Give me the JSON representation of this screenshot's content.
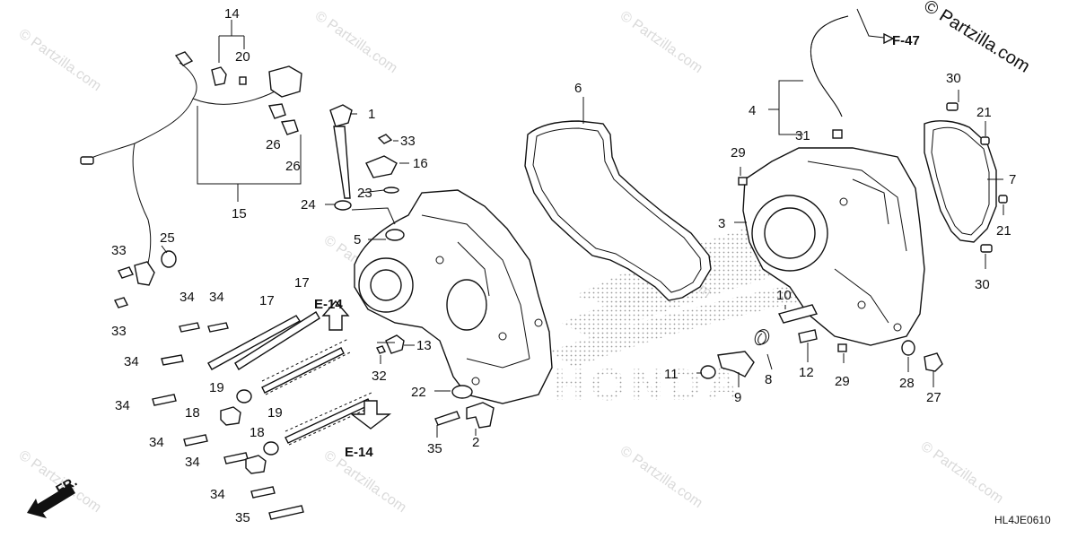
{
  "diagram": {
    "copyright": "© Partzilla.com",
    "watermark": "© Partzilla.com",
    "drawing_code": "HL4JE0610",
    "front_marker": "FR.",
    "refs": {
      "f47": "F-47",
      "e14_top": "E-14",
      "e14_bottom": "E-14"
    },
    "brand_ghost": "HONDA",
    "callouts": {
      "c1": "1",
      "c2": "2",
      "c3": "3",
      "c4": "4",
      "c5": "5",
      "c6": "6",
      "c7": "7",
      "c8": "8",
      "c9": "9",
      "c10": "10",
      "c11": "11",
      "c12": "12",
      "c13": "13",
      "c14": "14",
      "c15": "15",
      "c16": "16",
      "c17a": "17",
      "c17b": "17",
      "c18a": "18",
      "c18b": "18",
      "c19a": "19",
      "c19b": "19",
      "c20": "20",
      "c21a": "21",
      "c21b": "21",
      "c22": "22",
      "c23": "23",
      "c24": "24",
      "c25": "25",
      "c26a": "26",
      "c26b": "26",
      "c27": "27",
      "c28": "28",
      "c29a": "29",
      "c29b": "29",
      "c30a": "30",
      "c30b": "30",
      "c31": "31",
      "c32": "32",
      "c33a": "33",
      "c33b": "33",
      "c33c": "33",
      "c34a": "34",
      "c34b": "34",
      "c34c": "34",
      "c34d": "34",
      "c34e": "34",
      "c34f": "34",
      "c34g": "34",
      "c35a": "35",
      "c35b": "35"
    }
  }
}
